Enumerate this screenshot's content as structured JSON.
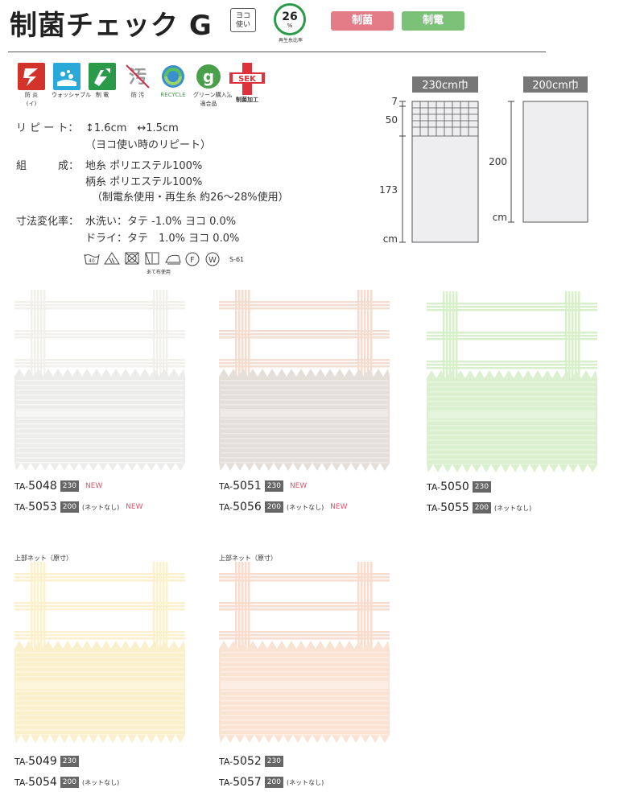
{
  "header": {
    "title": "制菌チェック G",
    "yoko_line1": "ヨコ",
    "yoko_line2": "使い",
    "recycle_num": "26",
    "recycle_pct": "%",
    "recycle_caption": "再生糸比率",
    "badge1": "制菌",
    "badge2": "制電"
  },
  "icons": [
    {
      "name": "flame-retardant-icon",
      "caption": "防 炎",
      "sub": "(イ)",
      "color": "#d2332b",
      "glyph": "防"
    },
    {
      "name": "washable-icon",
      "caption": "ウォッシャブル",
      "sub": "",
      "color": "#29a9d9",
      "glyph": "W"
    },
    {
      "name": "antistatic-icon",
      "caption": "制 電",
      "sub": "",
      "color": "#2a9a4a",
      "glyph": "ϟ"
    },
    {
      "name": "antifouling-icon",
      "caption": "防 汚",
      "sub": "",
      "color": "#ffffff",
      "glyph": "汚"
    },
    {
      "name": "recycle-icon",
      "caption": "RECYCLE",
      "sub": "",
      "color": "#3aa24a",
      "glyph": "♻"
    },
    {
      "name": "green-purchase-icon",
      "caption": "グリーン購入法",
      "sub": "適合品",
      "color": "#4aa04a",
      "glyph": "g"
    },
    {
      "name": "sek-icon",
      "caption": "制菌加工",
      "sub": "",
      "color": "#e0303a",
      "glyph": "SEK"
    }
  ],
  "specs": {
    "repeat_label": "リ ピ ー ト：",
    "repeat_value": "↕1.6cm　↔1.5cm",
    "repeat_note": "（ヨコ使い時のリピート）",
    "composition_label": "組　　　成：",
    "composition_line1": "地糸 ポリエステル100%",
    "composition_line2": "柄糸 ポリエステル100%",
    "composition_line3": "（制電糸使用・再生糸 約26～28%使用）",
    "dimension_label": "寸法変化率：",
    "dimension_line1": "水洗い：タテ -1.0%  ヨコ 0.0%",
    "dimension_line2": "ドライ：タテ　1.0%  ヨコ 0.0%"
  },
  "care": {
    "symbols": [
      "40",
      "△",
      "⊠",
      "▯",
      "♨",
      "Ⓕ",
      "Ⓦ"
    ],
    "code": "S-61",
    "iron_caption": "あて布使用"
  },
  "diagram": {
    "left_label": "230cm巾",
    "right_label": "200cm巾",
    "dim_7": "7",
    "dim_50": "50",
    "dim_173": "173",
    "dim_cm_left": "cm",
    "dim_200": "200",
    "dim_cm_right": "cm"
  },
  "swatches": [
    {
      "name": "swatch-ta-5048",
      "color": "#ececea",
      "stripe": "#f6f6f4",
      "net": "#f2f0ec",
      "code1": "5048",
      "w1": "230",
      "new1": "NEW",
      "code2": "5053",
      "w2": "200",
      "n2": "(ネットなし)",
      "new2": "NEW"
    },
    {
      "name": "swatch-ta-5051",
      "color": "#e4dfd9",
      "stripe": "#eeeae5",
      "net": "#f3ddd0",
      "code1": "5051",
      "w1": "230",
      "new1": "NEW",
      "code2": "5056",
      "w2": "200",
      "n2": "(ネットなし)",
      "new2": "NEW"
    },
    {
      "name": "swatch-ta-5050",
      "color": "#daf0cf",
      "stripe": "#e6f6de",
      "net": "#d8efcc",
      "code1": "5050",
      "w1": "230",
      "new1": "",
      "code2": "5055",
      "w2": "200",
      "n2": "(ネットなし)",
      "new2": ""
    },
    {
      "name": "swatch-ta-5049",
      "color": "#fbf0cc",
      "stripe": "#fdf6dc",
      "net": "#fbf1cf",
      "code1": "5049",
      "w1": "230",
      "new1": "",
      "code2": "5054",
      "w2": "200",
      "n2": "(ネットなし)",
      "new2": ""
    },
    {
      "name": "swatch-ta-5052",
      "color": "#fbe3d4",
      "stripe": "#fdeee5",
      "net": "#f8dccd",
      "code1": "5052",
      "w1": "230",
      "new1": "",
      "code2": "5057",
      "w2": "200",
      "n2": "(ネットなし)",
      "new2": ""
    }
  ],
  "net_caption": "上部ネット（原寸）",
  "code_prefix": "TA-"
}
